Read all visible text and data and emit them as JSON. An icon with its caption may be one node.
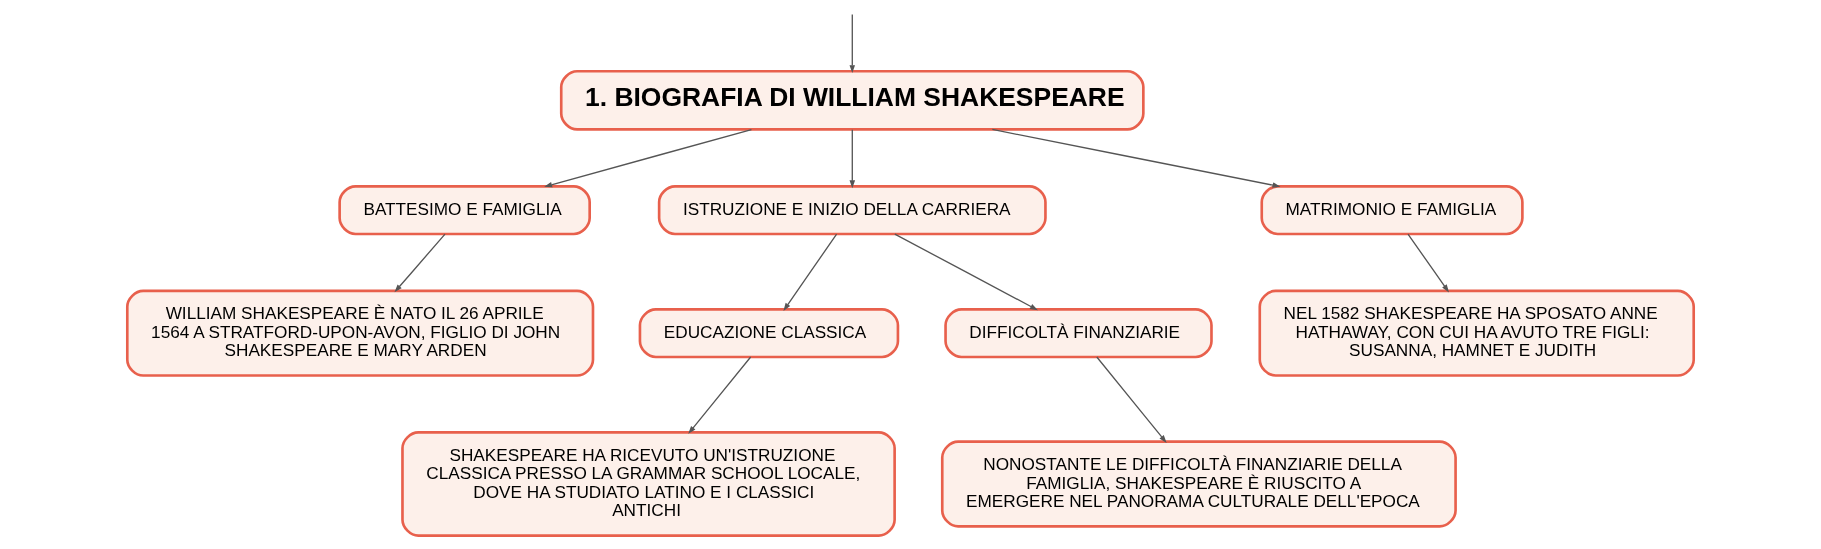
{
  "diagram": {
    "nodes": [
      {
        "text": [
          "1. BIOGRAFIA DI WILLIAM SHAKESPEARE"
        ]
      },
      {
        "text": [
          "BATTESIMO E FAMIGLIA"
        ]
      },
      {
        "text": [
          "ISTRUZIONE E INIZIO DELLA CARRIERA"
        ]
      },
      {
        "text": [
          "MATRIMONIO E FAMIGLIA"
        ]
      },
      {
        "text": [
          "WILLIAM SHAKESPEARE È NATO IL 26 APRILE 1564 A STRATFORD-UPON-AVON, FIGLIO DI JOHN SHAKESPEARE E MARY ARDEN"
        ]
      },
      {
        "text": [
          "EDUCAZIONE CLASSICA"
        ]
      },
      {
        "text": [
          "DIFFICOLTÀ FINANZIARIE"
        ]
      },
      {
        "text": [
          "SHAKESPEARE HA RICEVUTO UN'ISTRUZIONE CLASSICA PRESSO LA GRAMMAR SCHOOL LOCALE, DOVE HA STUDIATO LATINO E I CLASSICI ANTICHI"
        ]
      },
      {
        "text": [
          "NONOSTANTE LE DIFFICOLTÀ FINANZIARIE DELLA FAMIGLIA, SHAKESPEARE È RIUSCITO A EMERGERE NEL PANORAMA CULTURALE DELL'EPOCA"
        ]
      },
      {
        "text": [
          "NEL 1582 SHAKESPEARE HA SPOSATO ANNE HATHAWAY, CON CUI HA AVUTO TRE FIGLI: SUSANNA, HAMNET E JUDITH"
        ]
      }
    ],
    "edges": [
      {
        "from": null,
        "to": 0,
        "arrow": "to"
      },
      {
        "from": 0,
        "to": 1,
        "arrow": "to"
      },
      {
        "from": 0,
        "to": 2,
        "arrow": "to"
      },
      {
        "from": 0,
        "to": 3,
        "arrow": "to"
      },
      {
        "from": 1,
        "to": 4,
        "arrow": "to"
      },
      {
        "from": 2,
        "to": 5,
        "arrow": "to"
      },
      {
        "from": 2,
        "to": 6,
        "arrow": "to"
      },
      {
        "from": 5,
        "to": 7,
        "arrow": "to"
      },
      {
        "from": 6,
        "to": 8,
        "arrow": "to"
      },
      {
        "from": 3,
        "to": 9,
        "arrow": "to"
      }
    ]
  }
}
